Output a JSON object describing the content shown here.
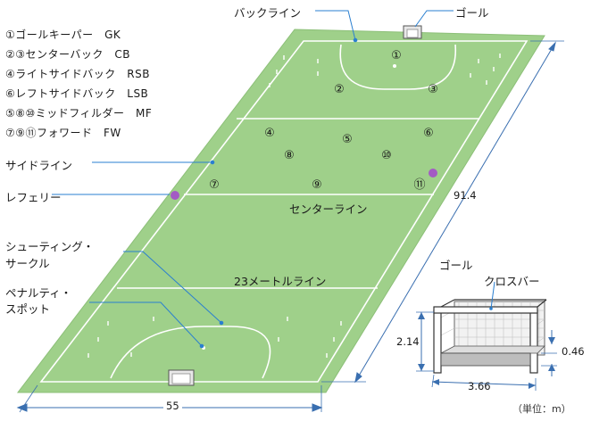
{
  "legend": [
    "①ゴールキーパー　GK",
    "②③センターバック　CB",
    "④ライトサイドバック　RSB",
    "⑥レフトサイドバック　LSB",
    "⑤⑧⑩ミッドフィルダー　MF",
    "⑦⑨⑪フォワード　FW"
  ],
  "callouts": {
    "back_line": "バックライン",
    "goal_top": "ゴール",
    "side_line": "サイドライン",
    "referee": "レフェリー",
    "shooting_circle_1": "シューティング・",
    "shooting_circle_2": "サークル",
    "penalty_spot_1": "ペナルティ・",
    "penalty_spot_2": "スポット"
  },
  "field_labels": {
    "center_line": "センターライン",
    "line_23m": "23メートルライン"
  },
  "positions": [
    "①",
    "②",
    "③",
    "④",
    "⑤",
    "⑥",
    "⑧",
    "⑩",
    "⑦",
    "⑨",
    "⑪"
  ],
  "dimensions": {
    "length": "91.4",
    "width": "55"
  },
  "goal_detail": {
    "title": "ゴール",
    "crossbar": "クロスバー",
    "height": "2.14",
    "width": "3.66",
    "board": "0.46"
  },
  "unit": "（単位：m）",
  "colors": {
    "field": "#9fd08a",
    "field_dark": "#8ec67a",
    "lines": "#ffffff",
    "referee": "#a35bc4",
    "leader": "#2a7fd0",
    "dimension": "#3a6fb0"
  }
}
